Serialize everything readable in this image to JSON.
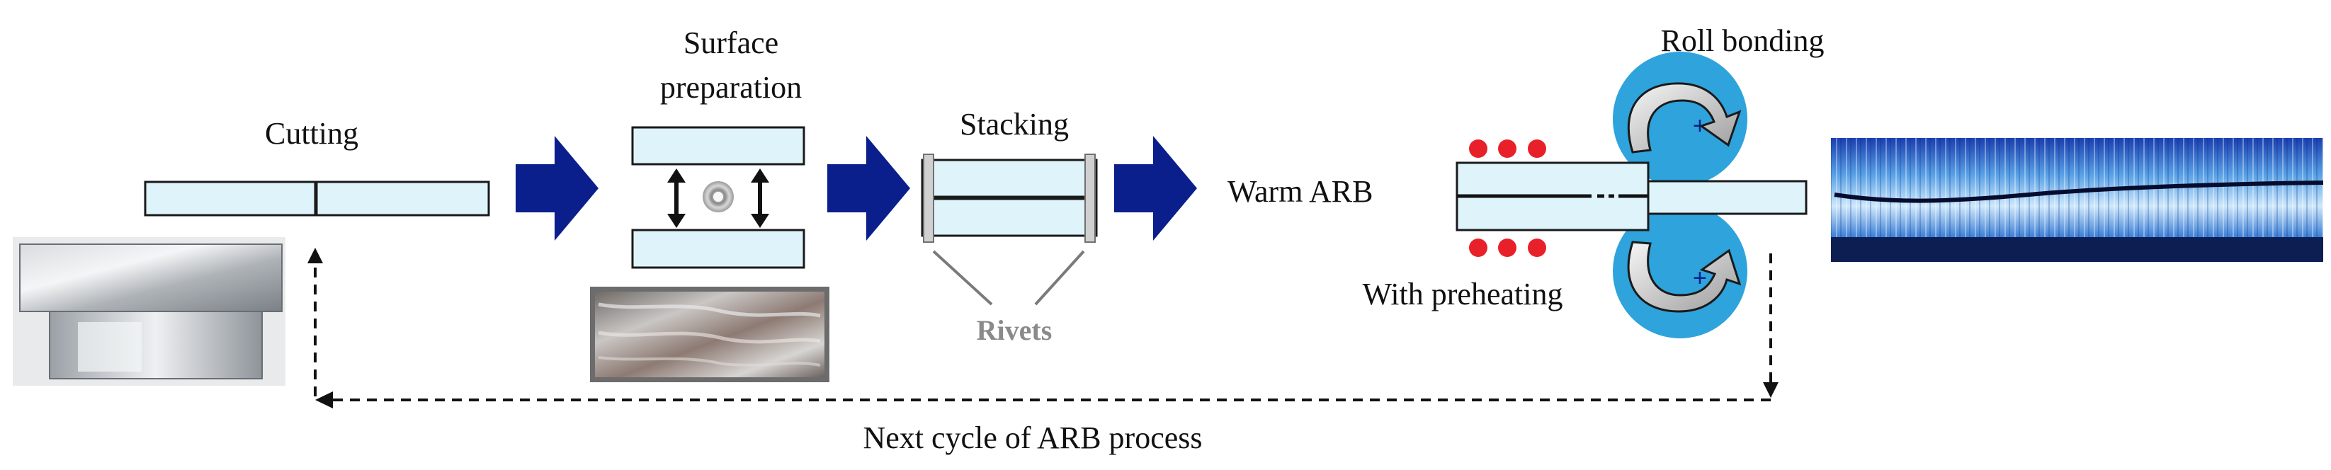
{
  "labels": {
    "cutting": "Cutting",
    "surface_line1": "Surface",
    "surface_line2": "preparation",
    "stacking": "Stacking",
    "rivets": "Rivets",
    "warm_arb": "Warm ARB",
    "roll_bonding": "Roll bonding",
    "with_preheating": "With preheating",
    "next_cycle": "Next cycle of ARB process"
  },
  "colors": {
    "strip_fill": "#dff4fa",
    "strip_stroke": "#1a1a1a",
    "arrow_fill": "#0a1f8c",
    "roller_fill": "#2ea3dc",
    "heat_dot": "#e8202a",
    "rivet_line": "#7a7a7a",
    "flow_line": "#111111"
  },
  "icons": {
    "process_arrow": "block-arrow-right",
    "double_arrow": "double-headed-arrow-vertical",
    "wire_brush": "wire-brush-disc",
    "roller_rotation": "curved-rotation-arrow"
  }
}
